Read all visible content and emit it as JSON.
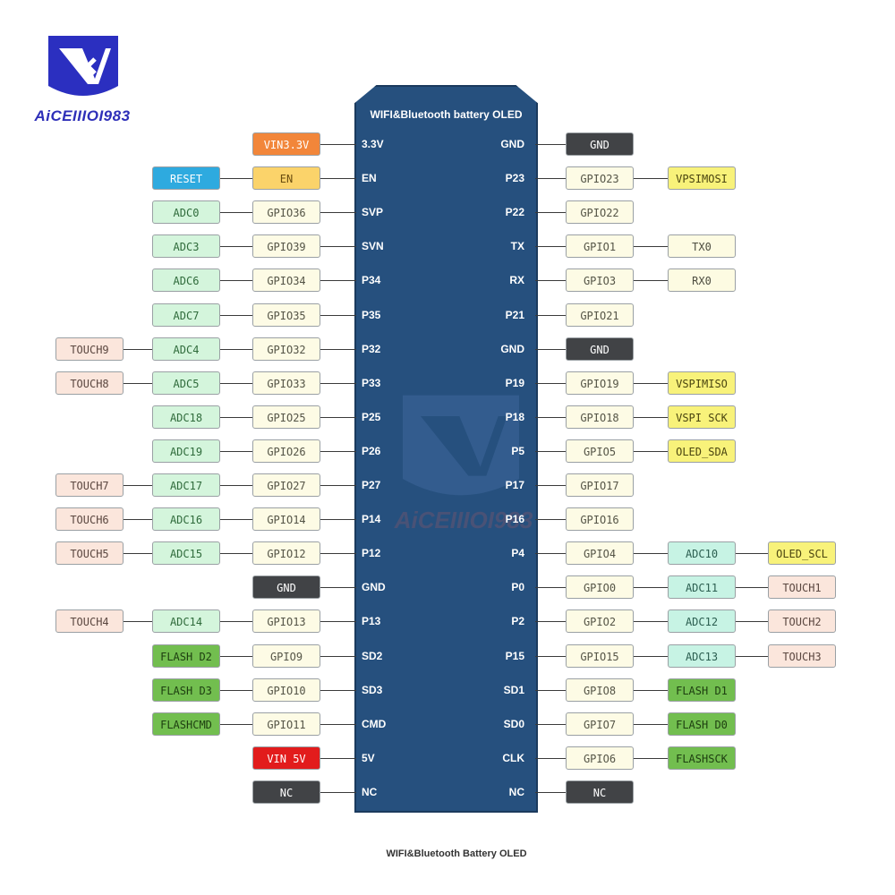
{
  "brand": {
    "logo_text": "AiCEIIIOI983"
  },
  "board": {
    "title": "WIFI&Bluetooth battery OLED",
    "caption": "WIFI&Bluetooth Battery OLED",
    "watermark": "AiCEIIIOI983"
  },
  "colors": {
    "board": "#26507e",
    "orange": "#f2863a",
    "yellow": "#fbd36a",
    "blue": "#2eaadf",
    "green_light": "#d4f5dc",
    "gpio": "#fdfbe5",
    "touch": "#fbe6dc",
    "dark": "#414346",
    "red": "#e21c1c",
    "flash": "#72be4f",
    "highlight": "#f8f27a",
    "plain": "#fdfbe2",
    "teal": "#c7f3e4"
  },
  "left_rows": [
    {
      "pin": "3.3V",
      "labels": [
        {
          "text": "VIN3.3V",
          "style": "orange"
        }
      ]
    },
    {
      "pin": "EN",
      "labels": [
        {
          "text": "EN",
          "style": "yellow"
        },
        {
          "text": "RESET",
          "style": "blue"
        }
      ]
    },
    {
      "pin": "SVP",
      "labels": [
        {
          "text": "GPIO36",
          "style": "gpio"
        },
        {
          "text": "ADC0",
          "style": "green"
        }
      ]
    },
    {
      "pin": "SVN",
      "labels": [
        {
          "text": "GPIO39",
          "style": "gpio"
        },
        {
          "text": "ADC3",
          "style": "green"
        }
      ]
    },
    {
      "pin": "P34",
      "labels": [
        {
          "text": "GPIO34",
          "style": "gpio"
        },
        {
          "text": "ADC6",
          "style": "green"
        }
      ]
    },
    {
      "pin": "P35",
      "labels": [
        {
          "text": "GPIO35",
          "style": "gpio"
        },
        {
          "text": "ADC7",
          "style": "green"
        }
      ]
    },
    {
      "pin": "P32",
      "labels": [
        {
          "text": "GPIO32",
          "style": "gpio"
        },
        {
          "text": "ADC4",
          "style": "green"
        },
        {
          "text": "TOUCH9",
          "style": "touch"
        }
      ]
    },
    {
      "pin": "P33",
      "labels": [
        {
          "text": "GPIO33",
          "style": "gpio"
        },
        {
          "text": "ADC5",
          "style": "green"
        },
        {
          "text": "TOUCH8",
          "style": "touch"
        }
      ]
    },
    {
      "pin": "P25",
      "labels": [
        {
          "text": "GPIO25",
          "style": "gpio"
        },
        {
          "text": "ADC18",
          "style": "green"
        }
      ]
    },
    {
      "pin": "P26",
      "labels": [
        {
          "text": "GPIO26",
          "style": "gpio"
        },
        {
          "text": "ADC19",
          "style": "green"
        }
      ]
    },
    {
      "pin": "P27",
      "labels": [
        {
          "text": "GPIO27",
          "style": "gpio"
        },
        {
          "text": "ADC17",
          "style": "green"
        },
        {
          "text": "TOUCH7",
          "style": "touch"
        }
      ]
    },
    {
      "pin": "P14",
      "labels": [
        {
          "text": "GPIO14",
          "style": "gpio"
        },
        {
          "text": "ADC16",
          "style": "green"
        },
        {
          "text": "TOUCH6",
          "style": "touch"
        }
      ]
    },
    {
      "pin": "P12",
      "labels": [
        {
          "text": "GPIO12",
          "style": "gpio"
        },
        {
          "text": "ADC15",
          "style": "green"
        },
        {
          "text": "TOUCH5",
          "style": "touch"
        }
      ]
    },
    {
      "pin": "GND",
      "labels": [
        {
          "text": "GND",
          "style": "dark"
        }
      ]
    },
    {
      "pin": "P13",
      "labels": [
        {
          "text": "GPIO13",
          "style": "gpio"
        },
        {
          "text": "ADC14",
          "style": "green"
        },
        {
          "text": "TOUCH4",
          "style": "touch"
        }
      ]
    },
    {
      "pin": "SD2",
      "labels": [
        {
          "text": "GPIO9",
          "style": "gpio"
        },
        {
          "text": "FLASH D2",
          "style": "flash"
        }
      ]
    },
    {
      "pin": "SD3",
      "labels": [
        {
          "text": "GPIO10",
          "style": "gpio"
        },
        {
          "text": "FLASH D3",
          "style": "flash"
        }
      ]
    },
    {
      "pin": "CMD",
      "labels": [
        {
          "text": "GPIO11",
          "style": "gpio"
        },
        {
          "text": "FLASHCMD",
          "style": "flash"
        }
      ]
    },
    {
      "pin": "5V",
      "labels": [
        {
          "text": "VIN 5V",
          "style": "red"
        }
      ]
    },
    {
      "pin": "NC",
      "labels": [
        {
          "text": "NC",
          "style": "dark"
        }
      ]
    }
  ],
  "right_rows": [
    {
      "pin": "GND",
      "labels": [
        {
          "text": "GND",
          "style": "dark"
        }
      ]
    },
    {
      "pin": "P23",
      "labels": [
        {
          "text": "GPIO23",
          "style": "gpio"
        },
        {
          "text": "VPSIMOSI",
          "style": "highlight"
        }
      ]
    },
    {
      "pin": "P22",
      "labels": [
        {
          "text": "GPIO22",
          "style": "gpio"
        }
      ]
    },
    {
      "pin": "TX",
      "labels": [
        {
          "text": "GPIO1",
          "style": "gpio"
        },
        {
          "text": "TX0",
          "style": "plain"
        }
      ]
    },
    {
      "pin": "RX",
      "labels": [
        {
          "text": "GPIO3",
          "style": "gpio"
        },
        {
          "text": "RX0",
          "style": "plain"
        }
      ]
    },
    {
      "pin": "P21",
      "labels": [
        {
          "text": "GPIO21",
          "style": "gpio"
        }
      ]
    },
    {
      "pin": "GND",
      "labels": [
        {
          "text": "GND",
          "style": "dark"
        }
      ]
    },
    {
      "pin": "P19",
      "labels": [
        {
          "text": "GPIO19",
          "style": "gpio"
        },
        {
          "text": "VSPIMISO",
          "style": "highlight"
        }
      ]
    },
    {
      "pin": "P18",
      "labels": [
        {
          "text": "GPIO18",
          "style": "gpio"
        },
        {
          "text": "VSPI SCK",
          "style": "highlight"
        }
      ]
    },
    {
      "pin": "P5",
      "labels": [
        {
          "text": "GPIO5",
          "style": "gpio"
        },
        {
          "text": "OLED_SDA",
          "style": "highlight"
        }
      ]
    },
    {
      "pin": "P17",
      "labels": [
        {
          "text": "GPIO17",
          "style": "gpio"
        }
      ]
    },
    {
      "pin": "P16",
      "labels": [
        {
          "text": "GPIO16",
          "style": "gpio"
        }
      ]
    },
    {
      "pin": "P4",
      "labels": [
        {
          "text": "GPIO4",
          "style": "gpio"
        },
        {
          "text": "ADC10",
          "style": "teal"
        },
        {
          "text": "OLED_SCL",
          "style": "highlight"
        }
      ]
    },
    {
      "pin": "P0",
      "labels": [
        {
          "text": "GPIO0",
          "style": "gpio"
        },
        {
          "text": "ADC11",
          "style": "teal"
        },
        {
          "text": "TOUCH1",
          "style": "touch"
        }
      ]
    },
    {
      "pin": "P2",
      "labels": [
        {
          "text": "GPIO2",
          "style": "gpio"
        },
        {
          "text": "ADC12",
          "style": "teal"
        },
        {
          "text": "TOUCH2",
          "style": "touch"
        }
      ]
    },
    {
      "pin": "P15",
      "labels": [
        {
          "text": "GPIO15",
          "style": "gpio"
        },
        {
          "text": "ADC13",
          "style": "teal"
        },
        {
          "text": "TOUCH3",
          "style": "touch"
        }
      ]
    },
    {
      "pin": "SD1",
      "labels": [
        {
          "text": "GPIO8",
          "style": "gpio"
        },
        {
          "text": "FLASH D1",
          "style": "flash"
        }
      ]
    },
    {
      "pin": "SD0",
      "labels": [
        {
          "text": "GPIO7",
          "style": "gpio"
        },
        {
          "text": "FLASH D0",
          "style": "flash"
        }
      ]
    },
    {
      "pin": "CLK",
      "labels": [
        {
          "text": "GPIO6",
          "style": "gpio"
        },
        {
          "text": "FLASHSCK",
          "style": "flash"
        }
      ]
    },
    {
      "pin": "NC",
      "labels": [
        {
          "text": "NC",
          "style": "dark"
        }
      ]
    }
  ]
}
